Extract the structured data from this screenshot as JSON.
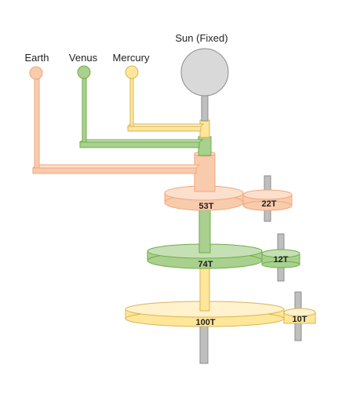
{
  "labels": {
    "sun": "Sun (Fixed)",
    "earth": "Earth",
    "venus": "Venus",
    "mercury": "Mercury"
  },
  "gears": {
    "earth_drive": "53T",
    "earth_pinion": "22T",
    "venus_drive": "74T",
    "venus_pinion": "12T",
    "mercury_drive": "100T",
    "mercury_pinion": "10T"
  },
  "colors": {
    "earth": "#f8c4a9",
    "venus": "#a9d08e",
    "mercury": "#ffe699",
    "sun": "#d9d9d9",
    "shaft": "#bfbfbf"
  }
}
